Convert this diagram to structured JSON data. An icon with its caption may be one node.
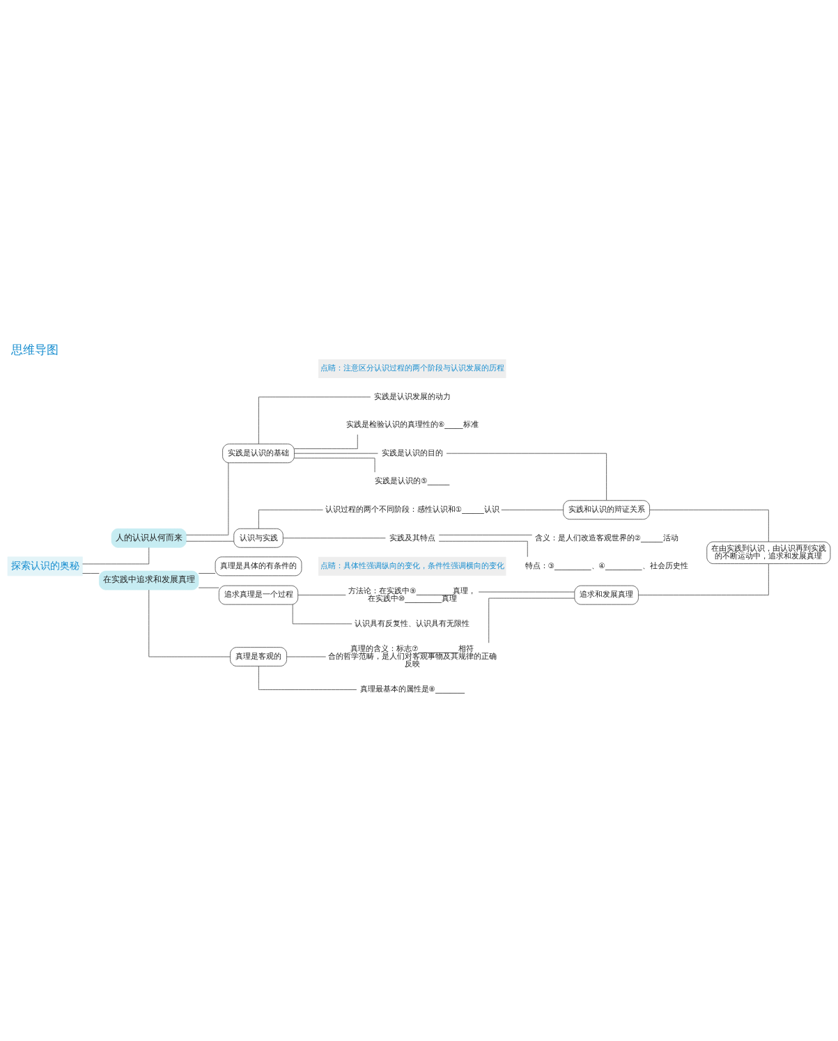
{
  "diagram": {
    "title": "思维导图",
    "nodes": [
      {
        "text": [
          "探索认识的奥秘"
        ]
      },
      {
        "text": [
          "人的认识从何而来"
        ]
      },
      {
        "text": [
          "认识与实践"
        ]
      },
      {
        "text": [
          "认识过程的两个不同阶段：感性认识和①______认识"
        ]
      },
      {
        "text": [
          "实践及其特点"
        ]
      },
      {
        "text": [
          "含义：是人们改造客观世界的②______活动"
        ]
      },
      {
        "text": [
          "特点：③__________、④__________、社会历史性"
        ]
      },
      {
        "text": [
          "实践是认识的基础"
        ]
      },
      {
        "text": [
          "实践是认识的⑤______"
        ]
      },
      {
        "text": [
          "实践是认识发展的动力"
        ]
      },
      {
        "text": [
          "实践是检验认识的真理性的⑥_____标准"
        ]
      },
      {
        "text": [
          "实践是认识的目的"
        ]
      },
      {
        "text": [
          "在实践中追求和发展真理"
        ]
      },
      {
        "text": [
          "真理是客观的"
        ]
      },
      {
        "text": [
          "真理的含义：标志⑦___________相符合的哲学范畴，是人们对客观事物及其规律的正确反映"
        ]
      },
      {
        "text": [
          "真理最基本的属性是⑧________"
        ]
      },
      {
        "text": [
          "真理是具体的有条件的"
        ]
      },
      {
        "text": [
          "追求真理是一个过程"
        ]
      },
      {
        "text": [
          "认识具有反复性、认识具有无限性"
        ]
      },
      {
        "text": [
          "方法论：在实践中⑨__________真理，在实践中⑩__________真理"
        ]
      },
      {
        "text": [
          "实践和认识的辩证关系"
        ]
      },
      {
        "text": [
          "追求和发展真理"
        ]
      },
      {
        "text": [
          "在由实践到认识，由认识再到实践的不断运动中，追求和发展真理"
        ]
      }
    ],
    "edges": [
      {
        "from": 0,
        "to": 1,
        "arrow": "none"
      },
      {
        "from": 1,
        "to": 2,
        "arrow": "none"
      },
      {
        "from": 2,
        "to": 3,
        "arrow": "none"
      },
      {
        "from": 2,
        "to": 4,
        "arrow": "none"
      },
      {
        "from": 4,
        "to": 5,
        "arrow": "none"
      },
      {
        "from": 4,
        "to": 6,
        "arrow": "none"
      },
      {
        "from": 1,
        "to": 7,
        "arrow": "none"
      },
      {
        "from": 7,
        "to": 8,
        "arrow": "none"
      },
      {
        "from": 7,
        "to": 9,
        "arrow": "none"
      },
      {
        "from": 7,
        "to": 10,
        "arrow": "none"
      },
      {
        "from": 7,
        "to": 11,
        "arrow": "none"
      },
      {
        "from": 0,
        "to": 12,
        "arrow": "none"
      },
      {
        "from": 12,
        "to": 13,
        "arrow": "none"
      },
      {
        "from": 13,
        "to": 14,
        "arrow": "none"
      },
      {
        "from": 13,
        "to": 15,
        "arrow": "none"
      },
      {
        "from": 12,
        "to": 16,
        "arrow": "none"
      },
      {
        "from": 12,
        "to": 17,
        "arrow": "none"
      },
      {
        "from": 17,
        "to": 18,
        "arrow": "none"
      },
      {
        "from": 17,
        "to": 19,
        "arrow": "none"
      },
      {
        "from": 3,
        "to": 20,
        "arrow": "none"
      },
      {
        "from": 11,
        "to": 20,
        "arrow": "none"
      },
      {
        "from": 14,
        "to": 21,
        "arrow": "none"
      },
      {
        "from": 19,
        "to": 21,
        "arrow": "none"
      },
      {
        "from": 20,
        "to": 22,
        "arrow": "none"
      },
      {
        "from": 21,
        "to": 22,
        "arrow": "none"
      }
    ],
    "labels": [
      "点睛：注意区分认识过程的两个阶段与认识发展的历程",
      "点睛：具体性强调纵向的变化，条件性强调横向的变化"
    ]
  }
}
